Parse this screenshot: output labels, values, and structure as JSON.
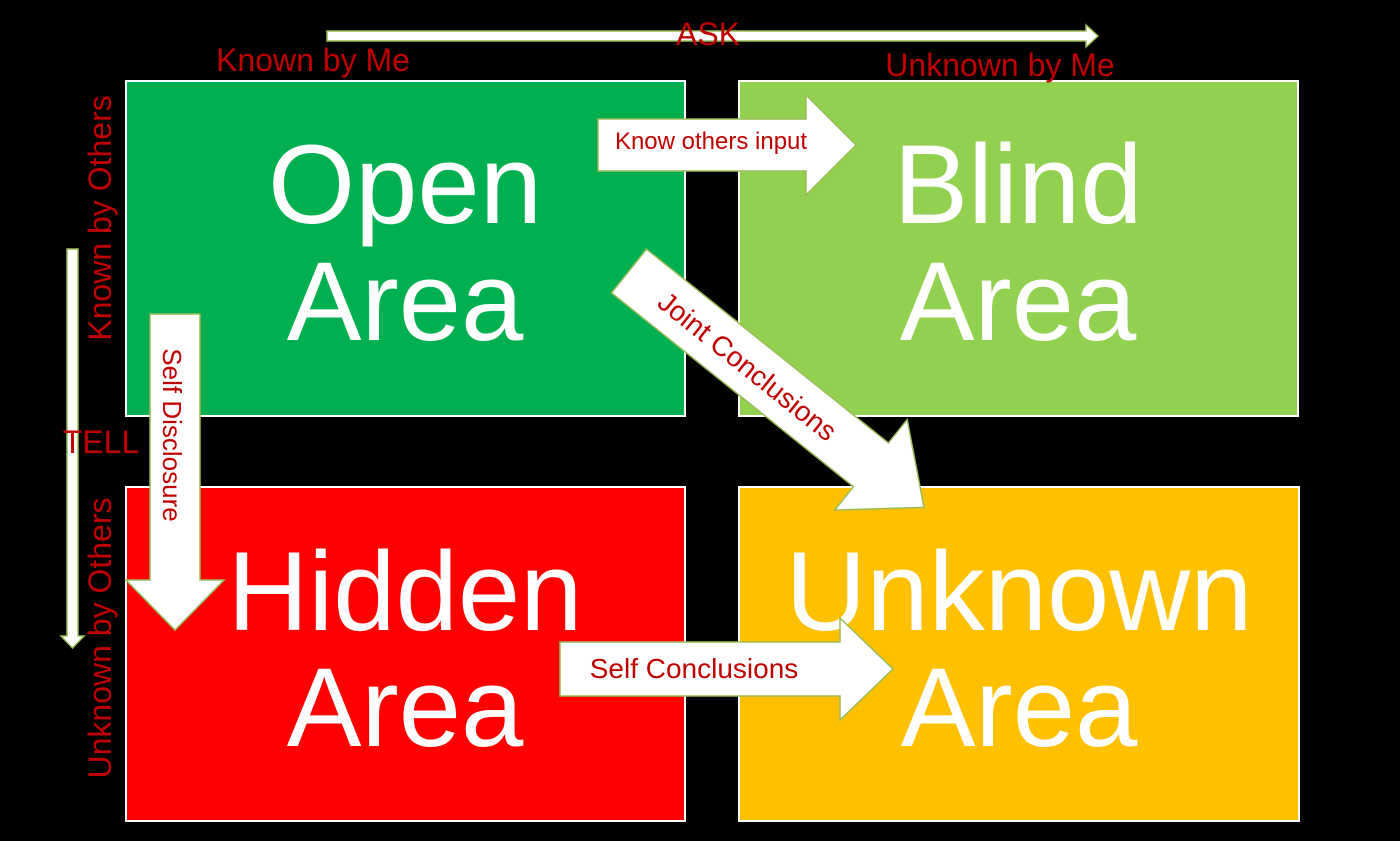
{
  "axes": {
    "ask": "ASK",
    "tell": "TELL",
    "known_by_me": "Known by Me",
    "unknown_by_me": "Unknown by Me",
    "known_by_others": "Known by Others",
    "unknown_by_others": "Unknown by Others"
  },
  "quadrants": {
    "open": {
      "line1": "Open",
      "line2": "Area",
      "color": "#00b050"
    },
    "blind": {
      "line1": "Blind",
      "line2": "Area",
      "color": "#92d050"
    },
    "hidden": {
      "line1": "Hidden",
      "line2": "Area",
      "color": "#ff0000"
    },
    "unknown": {
      "line1": "Unknown",
      "line2": "Area",
      "color": "#ffc000"
    }
  },
  "arrows": {
    "know_others_input": "Know others input",
    "joint_conclusions": "Joint Conclusions",
    "self_disclosure": "Self Disclosure",
    "self_conclusions": "Self Conclusions"
  },
  "colors": {
    "background": "#000000",
    "label_red": "#c00000",
    "arrow_fill": "#ffffff",
    "arrow_stroke": "#9bbb59"
  }
}
